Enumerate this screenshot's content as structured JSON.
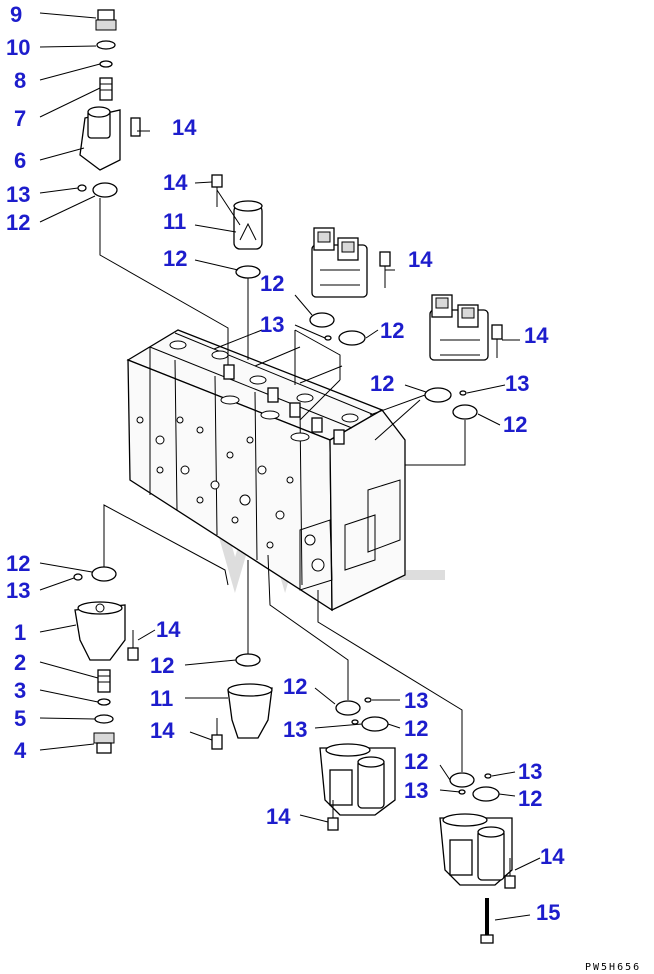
{
  "labels": [
    "9",
    "10",
    "8",
    "7",
    "14",
    "6",
    "13",
    "12",
    "14",
    "11",
    "12",
    "12",
    "14",
    "13",
    "12",
    "14",
    "12",
    "13",
    "12",
    "12",
    "13",
    "1",
    "14",
    "2",
    "3",
    "5",
    "4",
    "12",
    "11",
    "14",
    "12",
    "13",
    "13",
    "12",
    "12",
    "13",
    "14",
    "13",
    "12",
    "14",
    "15"
  ],
  "code": "PW5H656",
  "icons": {
    "watermark": "watermark-logo"
  }
}
